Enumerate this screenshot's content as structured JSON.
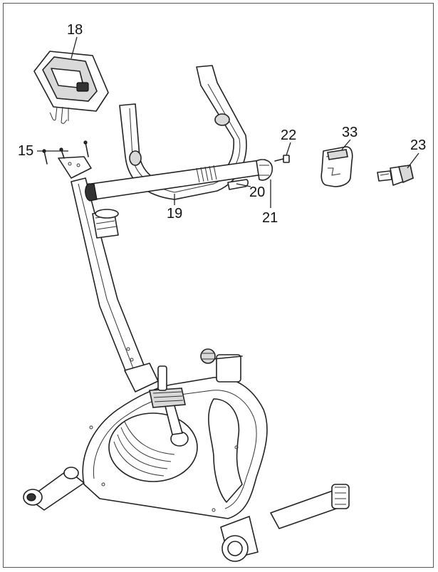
{
  "callouts": {
    "console": "18",
    "screws": "15",
    "handlebar": "19",
    "lever": "20",
    "clamp": "21",
    "bolt": "22",
    "cap": "33",
    "knob": "23"
  }
}
